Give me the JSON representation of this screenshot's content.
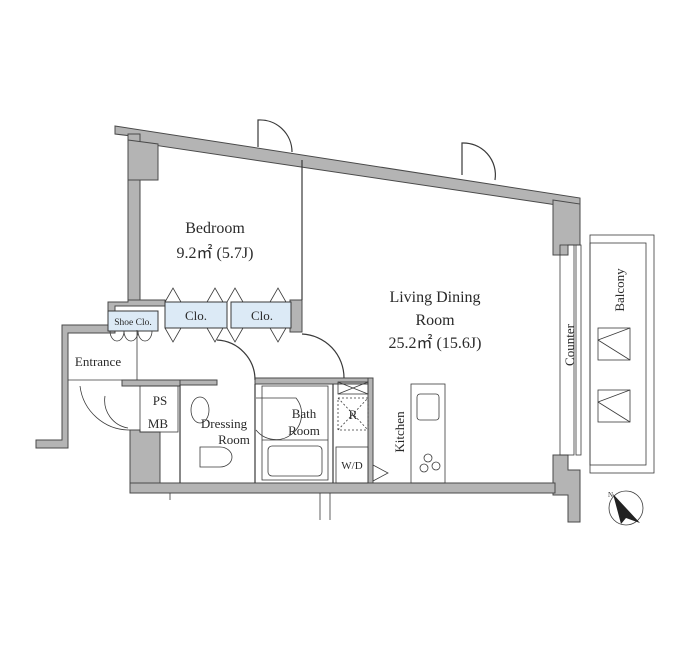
{
  "rooms": {
    "bedroom": {
      "name": "Bedroom",
      "area": "9.2㎡ (5.7J)"
    },
    "living": {
      "name_line1": "Living Dining",
      "name_line2": "Room",
      "area": "25.2㎡ (15.6J)"
    },
    "closet_left": "Clo.",
    "closet_right": "Clo.",
    "shoe_closet": "Shoe Clo.",
    "entrance": "Entrance",
    "ps": "PS",
    "mb": "MB",
    "dressing": {
      "line1": "Dressing",
      "line2": "Room"
    },
    "bath": {
      "line1": "Bath",
      "line2": "Room"
    },
    "refrigerator": "R",
    "washer_dryer": "W/D",
    "kitchen": "Kitchen",
    "counter": "Counter",
    "balcony": "Balcony"
  },
  "compass": {
    "label": "N"
  },
  "colors": {
    "wall": "#b4b4b4",
    "closet": "#dceaf6",
    "line": "#3a3a3a"
  }
}
